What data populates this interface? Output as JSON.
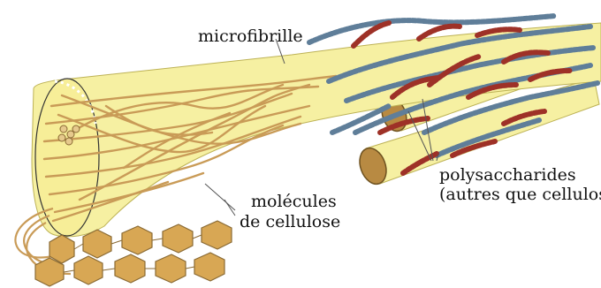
{
  "labels": {
    "microfibril": "microfibrille",
    "cellulose": [
      "molécules",
      "de cellulose"
    ],
    "polysaccharides": [
      "polysaccharides",
      "(autres que cellulose)"
    ]
  },
  "colors": {
    "fibril_fill": "#f6f0a2",
    "fibril_stroke": "#bdb255",
    "strand": "#c99b57",
    "blue_chain": "#5f7e99",
    "red_chain": "#9e3127",
    "hexagon": "#d8a754"
  }
}
